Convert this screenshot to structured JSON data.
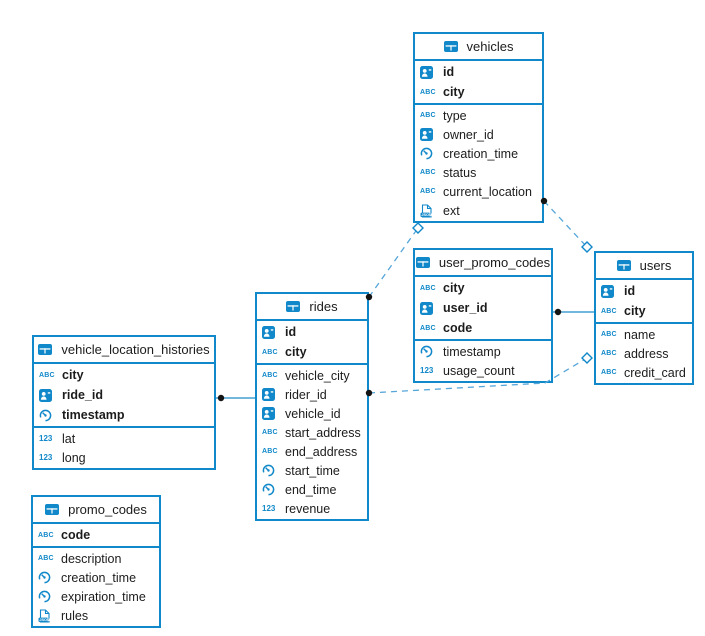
{
  "diagram": {
    "colors": {
      "accent": "#1088c9",
      "connector_dashed": "#56a6d9",
      "connector_solid": "#1e8cca",
      "endpoint_dot": "#141414",
      "text": "#1c1c1c"
    },
    "tables": [
      {
        "name": "vehicles",
        "primary_keys": [
          {
            "icon": "id-card-icon",
            "label": "id"
          },
          {
            "icon": "text-icon",
            "label": "city"
          }
        ],
        "columns": [
          {
            "icon": "text-icon",
            "label": "type"
          },
          {
            "icon": "id-card-icon",
            "label": "owner_id"
          },
          {
            "icon": "clock-icon",
            "label": "creation_time"
          },
          {
            "icon": "text-icon",
            "label": "status"
          },
          {
            "icon": "text-icon",
            "label": "current_location"
          },
          {
            "icon": "json-icon",
            "label": "ext"
          }
        ]
      },
      {
        "name": "user_promo_codes",
        "primary_keys": [
          {
            "icon": "text-icon",
            "label": "city"
          },
          {
            "icon": "id-card-icon",
            "label": "user_id"
          },
          {
            "icon": "text-icon",
            "label": "code"
          }
        ],
        "columns": [
          {
            "icon": "clock-icon",
            "label": "timestamp"
          },
          {
            "icon": "number-icon",
            "label": "usage_count"
          }
        ]
      },
      {
        "name": "users",
        "primary_keys": [
          {
            "icon": "id-card-icon",
            "label": "id"
          },
          {
            "icon": "text-icon",
            "label": "city"
          }
        ],
        "columns": [
          {
            "icon": "text-icon",
            "label": "name"
          },
          {
            "icon": "text-icon",
            "label": "address"
          },
          {
            "icon": "text-icon",
            "label": "credit_card"
          }
        ]
      },
      {
        "name": "rides",
        "primary_keys": [
          {
            "icon": "id-card-icon",
            "label": "id"
          },
          {
            "icon": "text-icon",
            "label": "city"
          }
        ],
        "columns": [
          {
            "icon": "text-icon",
            "label": "vehicle_city"
          },
          {
            "icon": "id-card-icon",
            "label": "rider_id"
          },
          {
            "icon": "id-card-icon",
            "label": "vehicle_id"
          },
          {
            "icon": "text-icon",
            "label": "start_address"
          },
          {
            "icon": "text-icon",
            "label": "end_address"
          },
          {
            "icon": "clock-icon",
            "label": "start_time"
          },
          {
            "icon": "clock-icon",
            "label": "end_time"
          },
          {
            "icon": "number-icon",
            "label": "revenue"
          }
        ]
      },
      {
        "name": "vehicle_location_histories",
        "primary_keys": [
          {
            "icon": "text-icon",
            "label": "city"
          },
          {
            "icon": "id-card-icon",
            "label": "ride_id"
          },
          {
            "icon": "clock-icon",
            "label": "timestamp"
          }
        ],
        "columns": [
          {
            "icon": "number-icon",
            "label": "lat"
          },
          {
            "icon": "number-icon",
            "label": "long"
          }
        ]
      },
      {
        "name": "promo_codes",
        "primary_keys": [
          {
            "icon": "text-icon",
            "label": "code"
          }
        ],
        "columns": [
          {
            "icon": "text-icon",
            "label": "description"
          },
          {
            "icon": "clock-icon",
            "label": "creation_time"
          },
          {
            "icon": "clock-icon",
            "label": "expiration_time"
          },
          {
            "icon": "json-icon",
            "label": "rules"
          }
        ]
      }
    ],
    "relationships": [
      {
        "from": "vehicles",
        "to": "users",
        "style": "dashed"
      },
      {
        "from": "rides",
        "to": "vehicles",
        "style": "dashed"
      },
      {
        "from": "rides",
        "to": "users",
        "style": "dashed"
      },
      {
        "from": "user_promo_codes",
        "to": "users",
        "style": "solid"
      },
      {
        "from": "vehicle_location_histories",
        "to": "rides",
        "style": "solid"
      }
    ]
  }
}
